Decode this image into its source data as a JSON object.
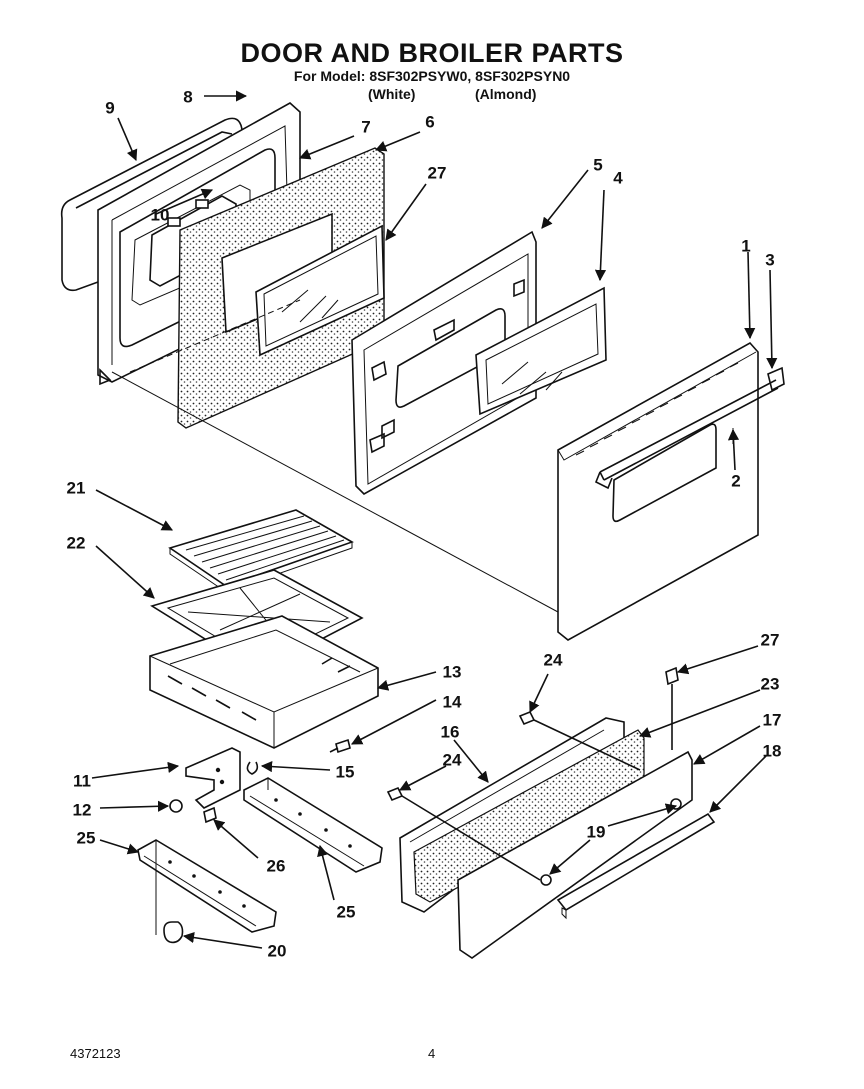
{
  "title": "DOOR AND BROILER PARTS",
  "model_line": "For Model: 8SF302PSYW0, 8SF302PSYN0",
  "variants": {
    "white": "(White)",
    "almond": "(Almond)"
  },
  "footer": {
    "document_number": "4372123",
    "page_number": "4"
  },
  "callouts": {
    "c1": "1",
    "c2": "2",
    "c3": "3",
    "c4": "4",
    "c5": "5",
    "c6": "6",
    "c7": "7",
    "c8": "8",
    "c9": "9",
    "c10": "10",
    "c11": "11",
    "c12": "12",
    "c13": "13",
    "c14": "14",
    "c15": "15",
    "c16": "16",
    "c17": "17",
    "c18": "18",
    "c19": "19",
    "c20": "20",
    "c21": "21",
    "c22": "22",
    "c23": "23",
    "c24a": "24",
    "c24b": "24",
    "c25a": "25",
    "c25b": "25",
    "c26": "26",
    "c27a": "27",
    "c27b": "27"
  }
}
